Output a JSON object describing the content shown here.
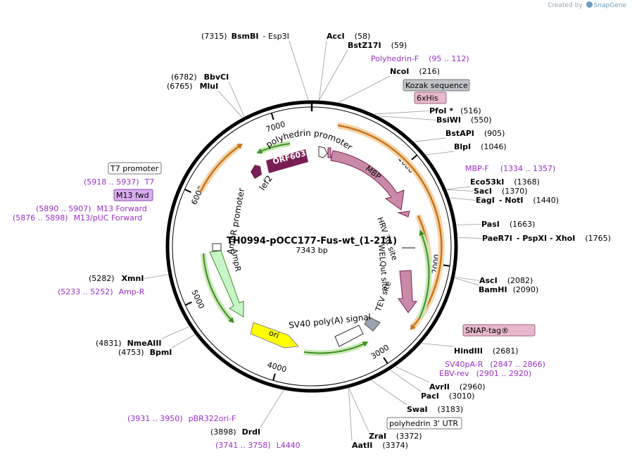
{
  "credit": {
    "prefix": "Created by",
    "brand": "SnapGene"
  },
  "plasmid": {
    "name": "TH0994-pOCC177-Fus-wt_(1-211)",
    "length_label": "7343 bp",
    "length": 7343
  },
  "ticks": [
    "1000",
    "2000",
    "3000",
    "4000",
    "5000",
    "6000",
    "7000"
  ],
  "enzymes": [
    {
      "pos": "(7315)",
      "name": "BsmBI",
      "extra": "- Esp3I",
      "bp": 7315
    },
    {
      "pos": "(58)",
      "name": "AccI",
      "bp": 58
    },
    {
      "pos": "(59)",
      "name": "BstZ17I",
      "bp": 59
    },
    {
      "pos": "(216)",
      "name": "NcoI",
      "bp": 216
    },
    {
      "pos": "(516)",
      "name": "PfoI *",
      "bp": 516
    },
    {
      "pos": "(550)",
      "name": "BsiWI",
      "bp": 550
    },
    {
      "pos": "(905)",
      "name": "BstAPI",
      "bp": 905
    },
    {
      "pos": "(1046)",
      "name": "BlpI",
      "bp": 1046
    },
    {
      "pos": "(1368)",
      "name": "Eco53kI",
      "bp": 1368
    },
    {
      "pos": "(1370)",
      "name": "SacI",
      "bp": 1370
    },
    {
      "pos": "(1440)",
      "name": "EagI",
      "extra": "- NotI",
      "bp": 1440
    },
    {
      "pos": "(1663)",
      "name": "PasI",
      "bp": 1663
    },
    {
      "pos": "(1765)",
      "name": "PaeR7I",
      "extra": "- PspXI   - XhoI",
      "bp": 1765
    },
    {
      "pos": "(2082)",
      "name": "AscI",
      "bp": 2082
    },
    {
      "pos": "(2090)",
      "name": "BamHI",
      "bp": 2090
    },
    {
      "pos": "(2681)",
      "name": "HindIII",
      "bp": 2681
    },
    {
      "pos": "(2960)",
      "name": "AvrII",
      "bp": 2960
    },
    {
      "pos": "(3010)",
      "name": "PacI",
      "bp": 3010
    },
    {
      "pos": "(3183)",
      "name": "SwaI",
      "bp": 3183
    },
    {
      "pos": "(3372)",
      "name": "ZraI",
      "bp": 3372
    },
    {
      "pos": "(3374)",
      "name": "AatII",
      "bp": 3374
    },
    {
      "pos": "(3898)",
      "name": "DrdI",
      "bp": 3898
    },
    {
      "pos": "(4753)",
      "name": "BpmI",
      "bp": 4753
    },
    {
      "pos": "(4831)",
      "name": "NmeAIII",
      "bp": 4831
    },
    {
      "pos": "(5282)",
      "name": "XmnI",
      "bp": 5282
    },
    {
      "pos": "(6765)",
      "name": "MluI",
      "bp": 6765
    },
    {
      "pos": "(6782)",
      "name": "BbvCI",
      "bp": 6782
    }
  ],
  "primers": [
    {
      "label": "Polyhedrin-F",
      "range": "(95 .. 112)"
    },
    {
      "label": "MBP-F",
      "range": "(1334 .. 1357)"
    },
    {
      "label": "SV40pA-R",
      "range": "(2847 .. 2866)"
    },
    {
      "label": "EBV-rev",
      "range": "(2901 .. 2920)"
    },
    {
      "label": "L4440",
      "range": "(3741 .. 3758)"
    },
    {
      "label": "pBR322ori-F",
      "range": "(3931 .. 3950)"
    },
    {
      "label": "Amp-R",
      "range": "(5233 .. 5252)"
    },
    {
      "label": "M13/pUC Forward",
      "range": "(5876 .. 5898)"
    },
    {
      "label": "M13 Forward",
      "range": "(5890 .. 5907)"
    },
    {
      "label": "T7",
      "range": "(5918 .. 5937)"
    }
  ],
  "boxed_labels": {
    "kozak": "Kozak sequence",
    "his": "6xHis",
    "snap": "SNAP-tag®",
    "polyh_utr": "polyhedrin 3' UTR",
    "t7_promoter": "T7 promoter",
    "m13fwd": "M13 fwd"
  },
  "features": {
    "orf603": "ORF603",
    "lef2": "lef2",
    "polyhedrin_promoter": "polyhedrin promoter",
    "mbp": "MBP",
    "hrv3c": "HRV 3C site",
    "welqut": "WELQut site",
    "tev": "TEV site",
    "sv40": "SV40 poly(A) signal",
    "ori": "ori",
    "ampr": "AmpR",
    "ampr_promoter": "AmpR promoter"
  },
  "colors": {
    "enzyme": "#000000",
    "primer": "#9b30c8",
    "orf": "#7a1f55",
    "mbp": "#c98aa7",
    "orf_arrow": "#3f8f22",
    "snap_orange": "#c8741c",
    "ampr": "#c8f5c8",
    "ori": "#ffff00",
    "sv40": "#9aa5b0"
  }
}
